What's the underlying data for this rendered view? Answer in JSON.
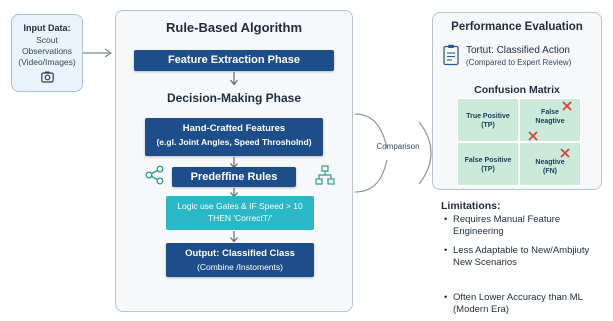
{
  "input": {
    "title": "Input Data:",
    "line1": "Scout",
    "line2": "Observations",
    "line3": "(Video/Images)",
    "icon": "camera-icon"
  },
  "algorithm": {
    "title": "Rule-Based Algorithm",
    "feature_extraction": "Feature Extraction Phase",
    "decision_phase": "Decision-Making Phase",
    "handcrafted_title": "Hand-Crafted Features",
    "handcrafted_sub": "(e.gl. Joint Angles, Speed Throsholnd)",
    "rules": "Predeffine Rules",
    "logic_line1": "Logic use Gates & IF Speed > 10",
    "logic_line2": "THEN 'CorrectT/'",
    "output_title": "Output: Classified Class",
    "output_sub": "(Combine /Instoments)",
    "left_icon": "network-icon",
    "right_icon": "hierarchy-icon"
  },
  "comparison_label": "Comparison",
  "evaluation": {
    "title": "Performance Evaluation",
    "action_title": "Tortut: Classified Action",
    "action_sub": "(Compared to Expert Review)",
    "action_icon": "clipboard-icon",
    "matrix_title": "Confusion Matrix",
    "cells": {
      "tp_label": "True Positive",
      "tp_code": "(TP)",
      "fn_top_line1": "False",
      "fn_top_line2": "Neagtive",
      "fp_label": "False Positive",
      "fp_code": "(TP)",
      "neg_label": "Neagtive",
      "neg_code": "(FN)"
    },
    "limitations_title": "Limitations:",
    "limitations": [
      "Requires Manual Feature Engineering",
      "Less Adaptable to New/Ambjiuty New Scenarios",
      "Often Lower Accuracy than ML (Modern Era)"
    ]
  },
  "colors": {
    "navy": "#1d4e89",
    "teal": "#2ab7c6",
    "matrix_green": "#ccead9",
    "mark_red": "#d9433b"
  }
}
